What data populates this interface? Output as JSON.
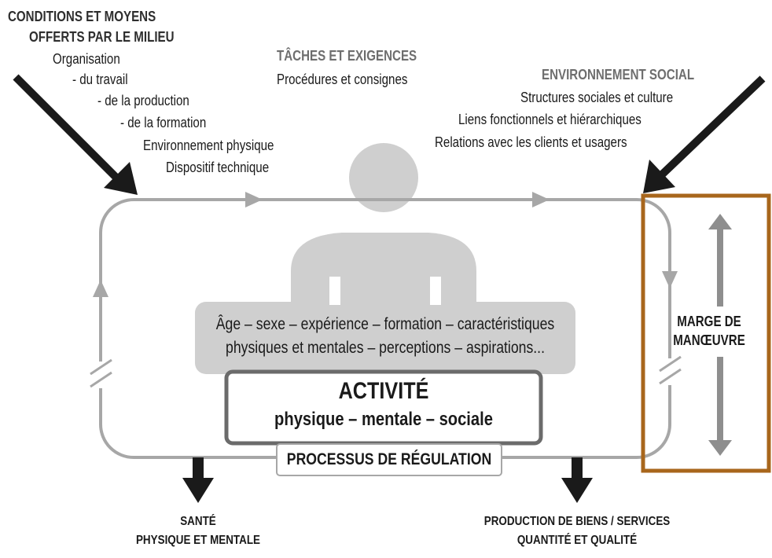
{
  "conditions": {
    "title_line1": "CONDITIONS ET MOYENS",
    "title_line2": "OFFERTS PAR LE MILIEU",
    "items": [
      "Organisation",
      "- du travail",
      "- de la production",
      "- de la formation",
      "Environnement physique",
      "Dispositif technique"
    ]
  },
  "taches": {
    "title": "TÂCHES ET EXIGENCES",
    "subtitle": "Procédures et consignes"
  },
  "environnement_social": {
    "title": "ENVIRONNEMENT SOCIAL",
    "items": [
      "Structures sociales et culture",
      "Liens fonctionnels et hiérarchiques",
      "Relations avec les clients et usagers"
    ]
  },
  "person": {
    "line1": "Âge – sexe – expérience – formation – caractéristiques",
    "line2": "physiques et mentales – perceptions – aspirations..."
  },
  "activite": {
    "title": "ACTIVITÉ",
    "subtitle": "physique – mentale – sociale"
  },
  "regulation": "PROCESSUS DE RÉGULATION",
  "marge": {
    "line1": "MARGE DE",
    "line2": "MANŒUVRE"
  },
  "outputs": {
    "sante_line1": "SANTÉ",
    "sante_line2": "PHYSIQUE ET MENTALE",
    "production_line1": "PRODUCTION DE BIENS / SERVICES",
    "production_line2": "QUANTITÉ ET QUALITÉ"
  },
  "colors": {
    "loop": "#a7a7a7",
    "silhouette": "#cfcfcf",
    "arrow_dark": "#1a1a1a",
    "marge_border": "#a8661c",
    "marge_arrow": "#8e8e8e"
  }
}
